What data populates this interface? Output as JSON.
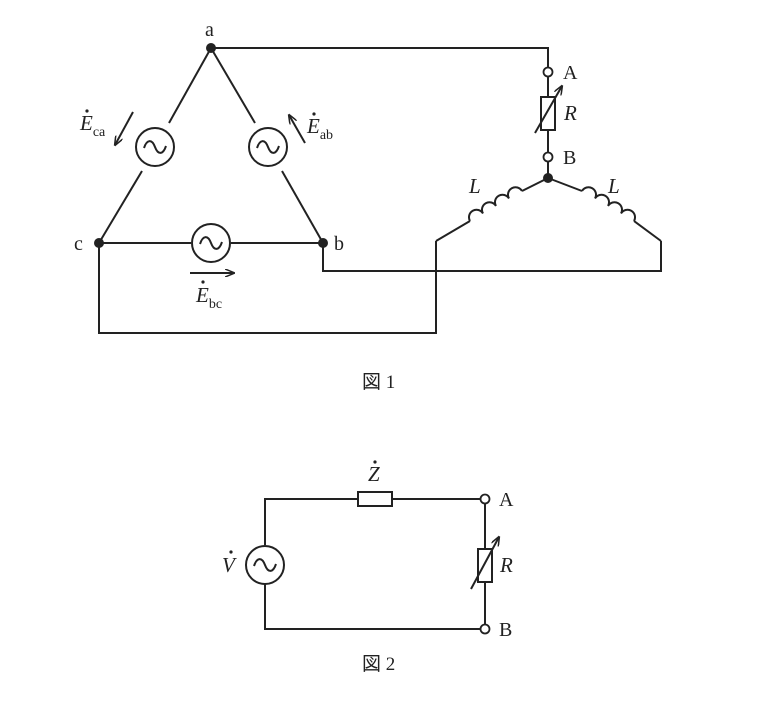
{
  "figure1": {
    "node_a": "a",
    "node_b": "b",
    "node_c": "c",
    "terminal_A": "A",
    "terminal_B": "B",
    "resistor": "R",
    "inductor_left": "L",
    "inductor_right": "L",
    "source_ca": {
      "symbol": "E",
      "sub": "ca"
    },
    "source_ab": {
      "symbol": "E",
      "sub": "ab"
    },
    "source_bc": {
      "symbol": "E",
      "sub": "bc"
    },
    "caption": "図 1"
  },
  "figure2": {
    "impedance": "Z",
    "source": "V",
    "resistor": "R",
    "terminal_A": "A",
    "terminal_B": "B",
    "caption": "図 2"
  }
}
